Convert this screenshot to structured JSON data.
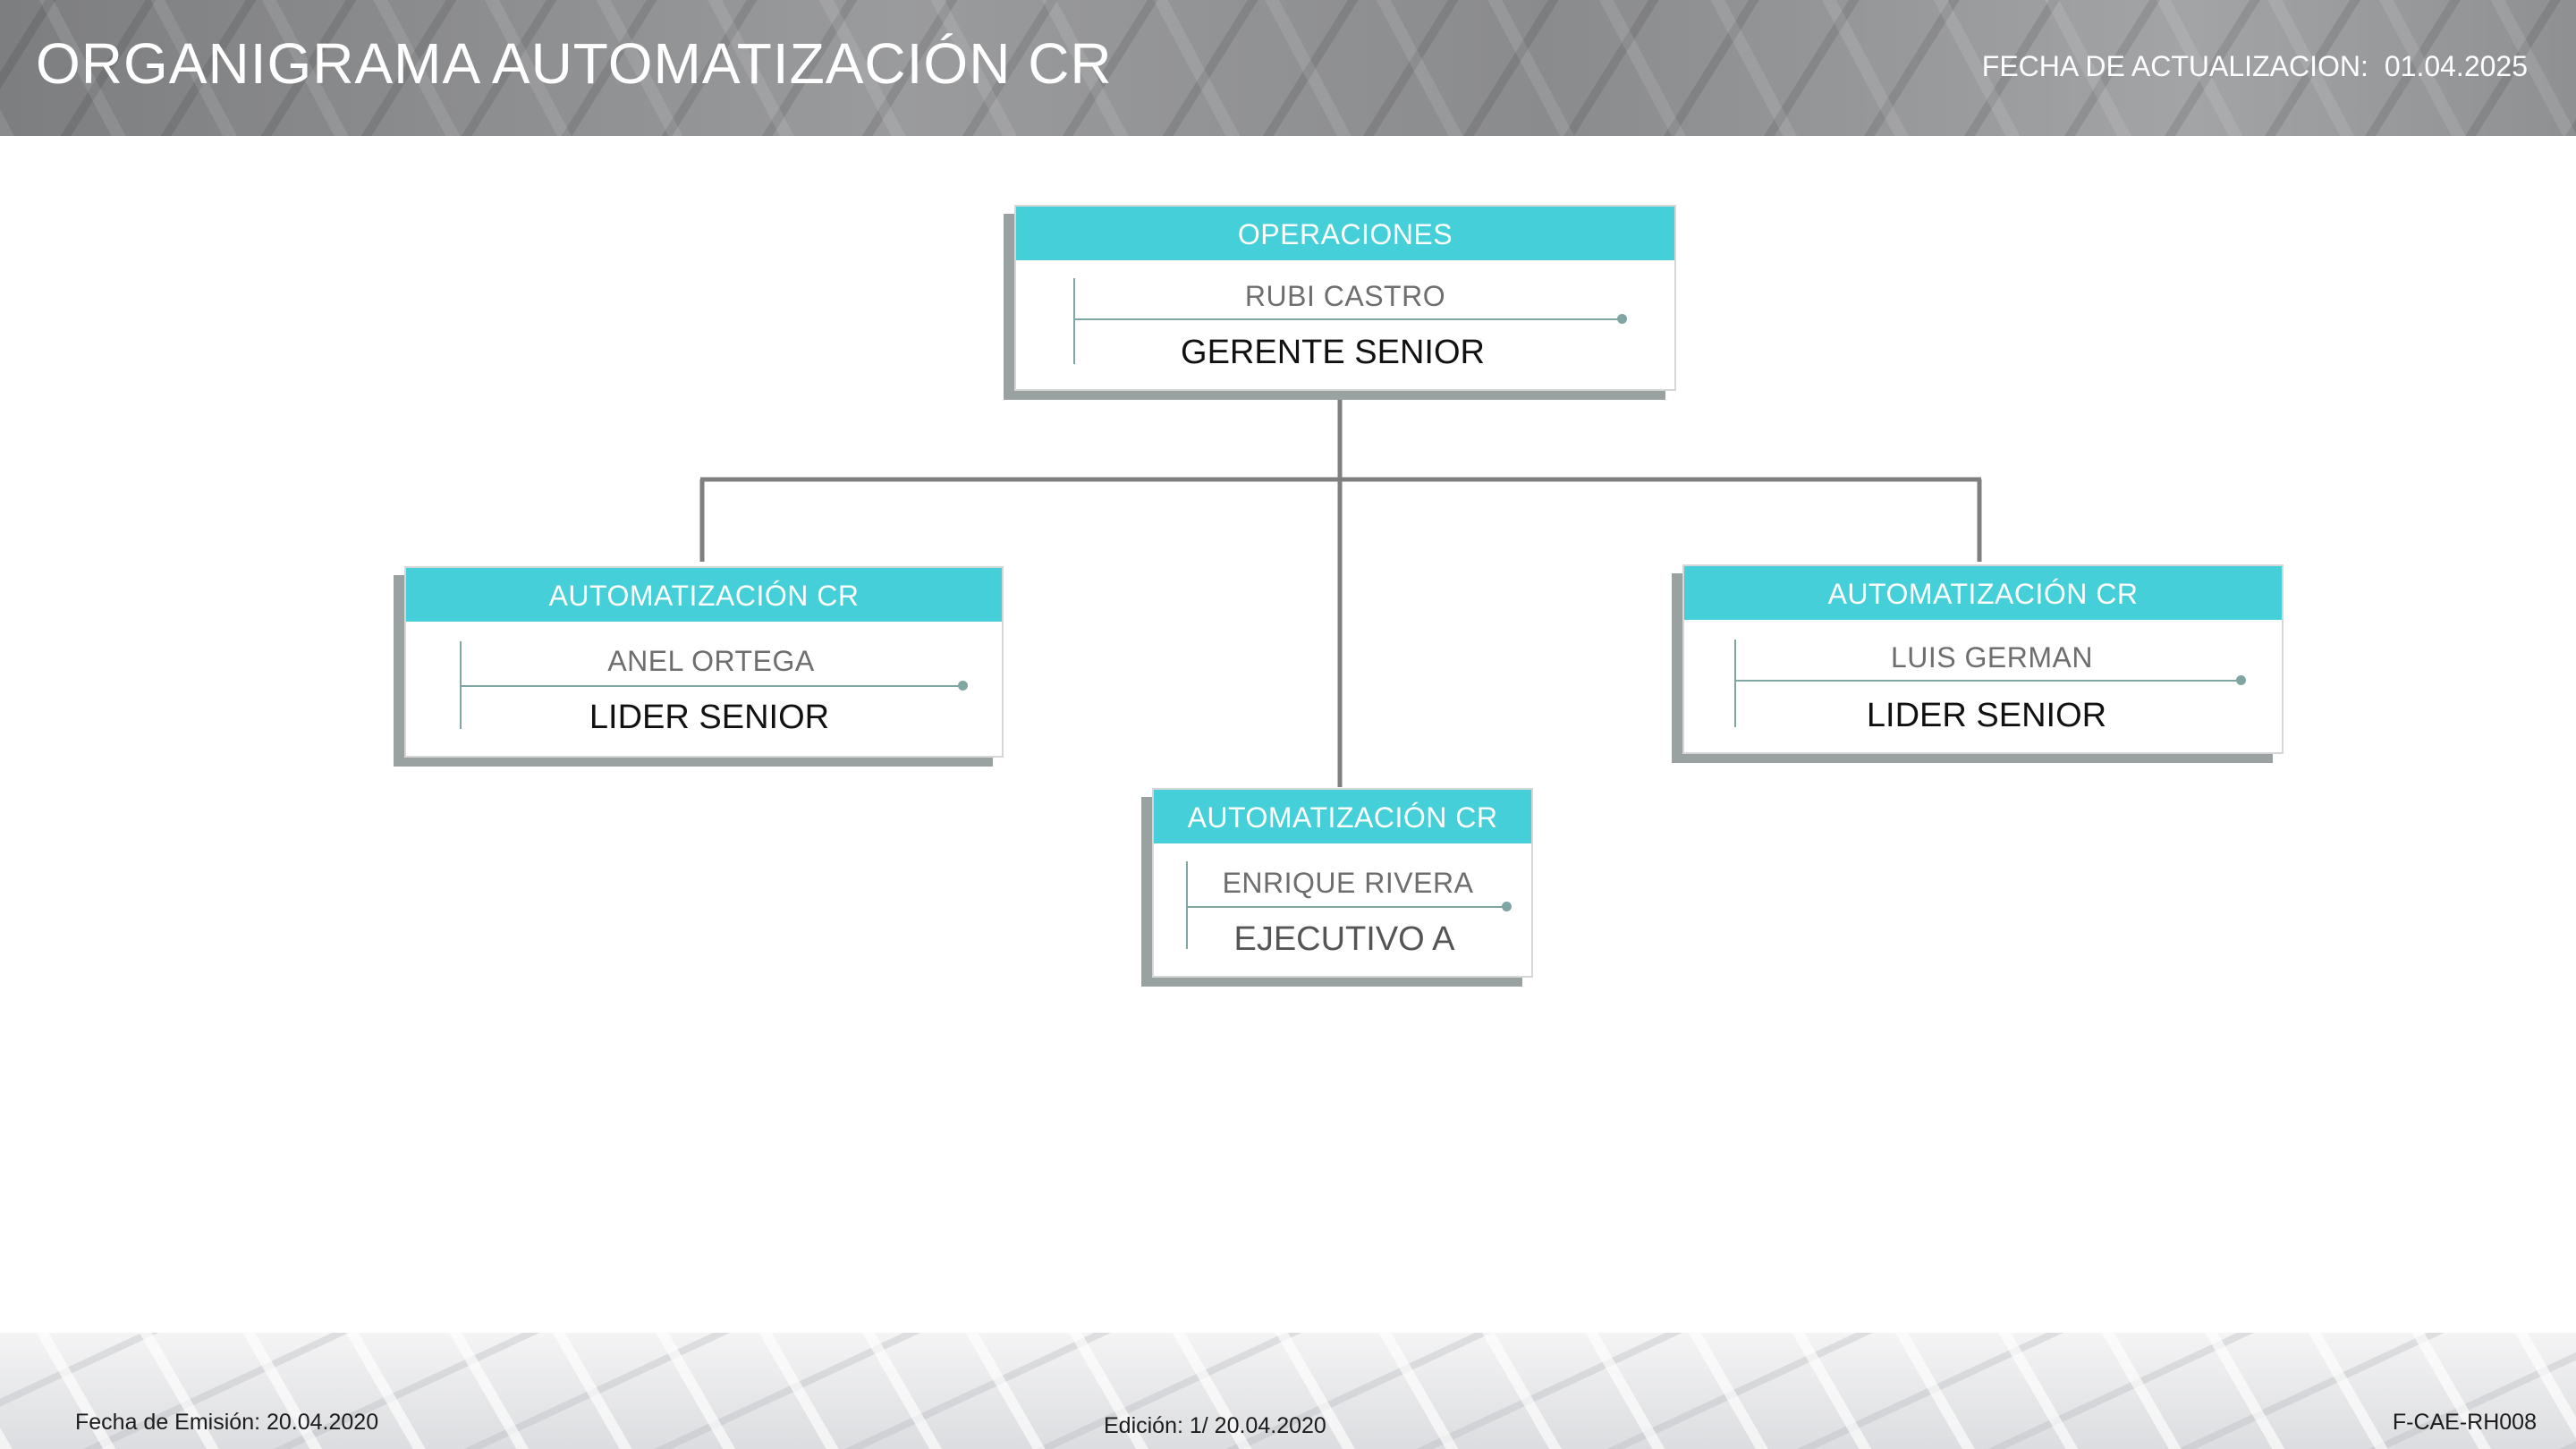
{
  "header": {
    "title": "ORGANIGRAMA AUTOMATIZACIÓN CR",
    "updated_label": "FECHA DE ACTUALIZACION:",
    "updated_value": "01.04.2025"
  },
  "org": {
    "root": {
      "department": "OPERACIONES",
      "name": "RUBI CASTRO",
      "role": "GERENTE SENIOR"
    },
    "left": {
      "department": "AUTOMATIZACIÓN CR",
      "name": "ANEL ORTEGA",
      "role": "LIDER SENIOR"
    },
    "center": {
      "department": "AUTOMATIZACIÓN CR",
      "name": "ENRIQUE RIVERA",
      "role": "EJECUTIVO A"
    },
    "right": {
      "department": "AUTOMATIZACIÓN CR",
      "name": "LUIS GERMAN",
      "role": "LIDER SENIOR"
    }
  },
  "footer": {
    "emission": "Fecha de Emisión: 20.04.2020",
    "edition": "Edición: 1/ 20.04.2020",
    "code": "F-CAE-RH008"
  },
  "colors": {
    "card_header": "#45cfd8",
    "connector": "#7f7f7f",
    "accent_line": "#7fa6a3",
    "card_shadow": "#9aa1a1"
  }
}
